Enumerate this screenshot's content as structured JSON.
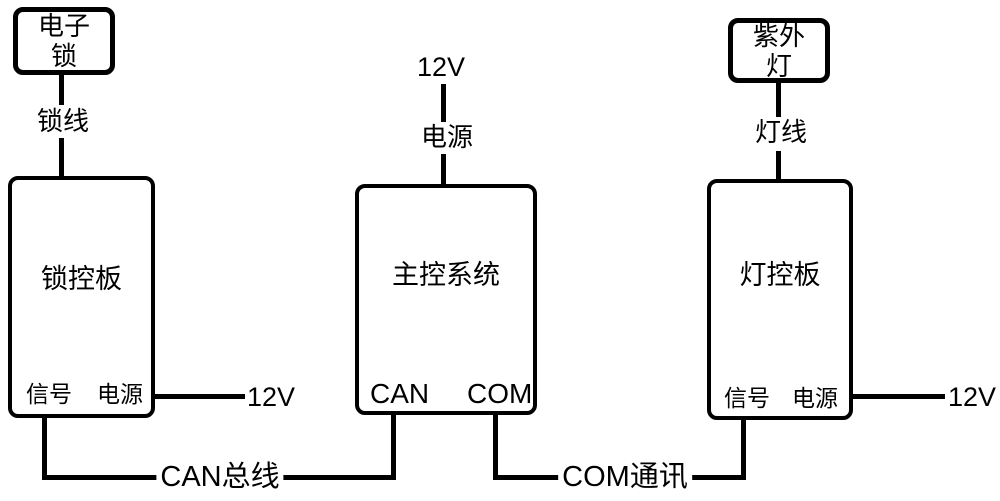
{
  "colors": {
    "stroke": "#000000",
    "background": "#ffffff"
  },
  "nodes": {
    "electronic_lock": {
      "label": "电子\n锁"
    },
    "uv_lamp": {
      "label": "紫外\n灯"
    },
    "lock_board": {
      "label": "锁控板",
      "port_signal": "信号",
      "port_power": "电源"
    },
    "main_system": {
      "label": "主控系统",
      "port_can": "CAN",
      "port_com": "COM"
    },
    "lamp_board": {
      "label": "灯控板",
      "port_signal": "信号",
      "port_power": "电源"
    }
  },
  "wires": {
    "lock_wire_label": "锁线",
    "lamp_wire_label": "灯线",
    "psu_top_label": "12V",
    "psu_mid_label": "电源",
    "left_12v_label": "12V",
    "right_12v_label": "12V",
    "can_bus_label": "CAN总线",
    "com_comm_label": "COM通讯"
  }
}
